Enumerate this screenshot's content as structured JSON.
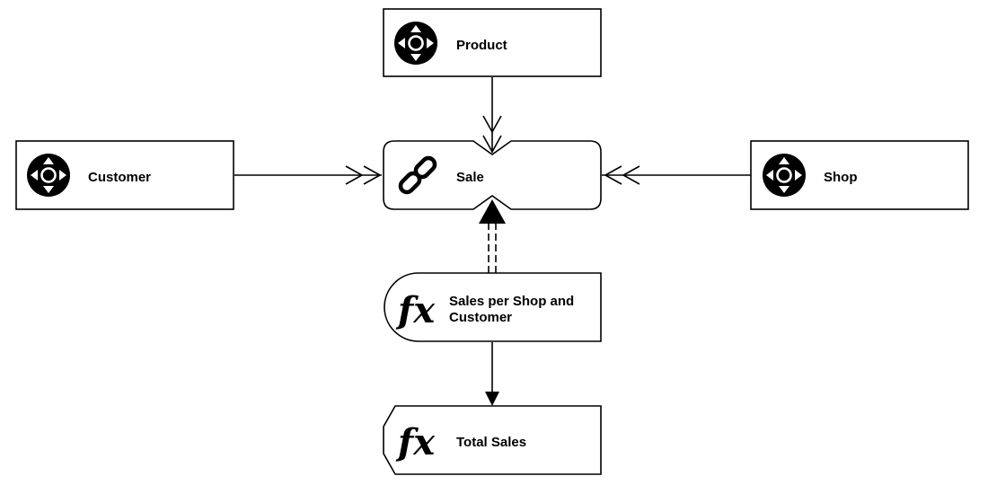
{
  "nodes": {
    "product": {
      "label": "Product",
      "icon": "dimension-icon"
    },
    "customer": {
      "label": "Customer",
      "icon": "dimension-icon"
    },
    "shop": {
      "label": "Shop",
      "icon": "dimension-icon"
    },
    "sale": {
      "label": "Sale",
      "icon": "link-icon"
    },
    "sales_per_shop": {
      "label_line1": "Sales per Shop and",
      "label_line2": "Customer",
      "icon": "function-icon",
      "icon_text": "fx"
    },
    "total_sales": {
      "label": "Total Sales",
      "icon": "function-icon",
      "icon_text": "fx"
    }
  },
  "edges": [
    {
      "from": "product",
      "to": "sale",
      "style": "open-double-arrow"
    },
    {
      "from": "customer",
      "to": "sale",
      "style": "open-double-arrow"
    },
    {
      "from": "shop",
      "to": "sale",
      "style": "open-double-arrow"
    },
    {
      "from": "sales_per_shop",
      "to": "sale",
      "style": "dashed-double-line-filled-arrow"
    },
    {
      "from": "sales_per_shop",
      "to": "total_sales",
      "style": "filled-arrow"
    }
  ],
  "colors": {
    "stroke": "#000000",
    "fill": "#ffffff",
    "icon": "#000000"
  }
}
